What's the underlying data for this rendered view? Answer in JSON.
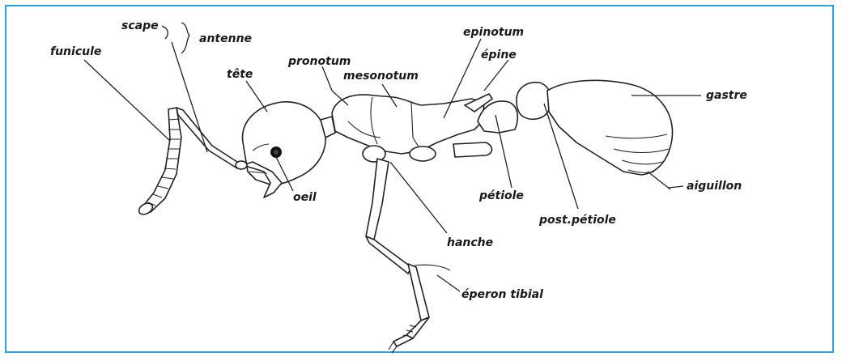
{
  "figure": {
    "colors": {
      "border": "#2fa4d9",
      "ink": "#1a1a1a"
    },
    "labels": {
      "scape": "scape",
      "antenne": "antenne",
      "funicule": "funicule",
      "tete": "tête",
      "pronotum": "pronotum",
      "mesonotum": "mesonotum",
      "epinotum": "epinotum",
      "epine": "épine",
      "gastre": "gastre",
      "oeil": "oeil",
      "aiguillon": "aiguillon",
      "petiole": "pétiole",
      "post_petiole": "post.pétiole",
      "hanche": "hanche",
      "eperon_tibial": "éperon tibial"
    }
  }
}
